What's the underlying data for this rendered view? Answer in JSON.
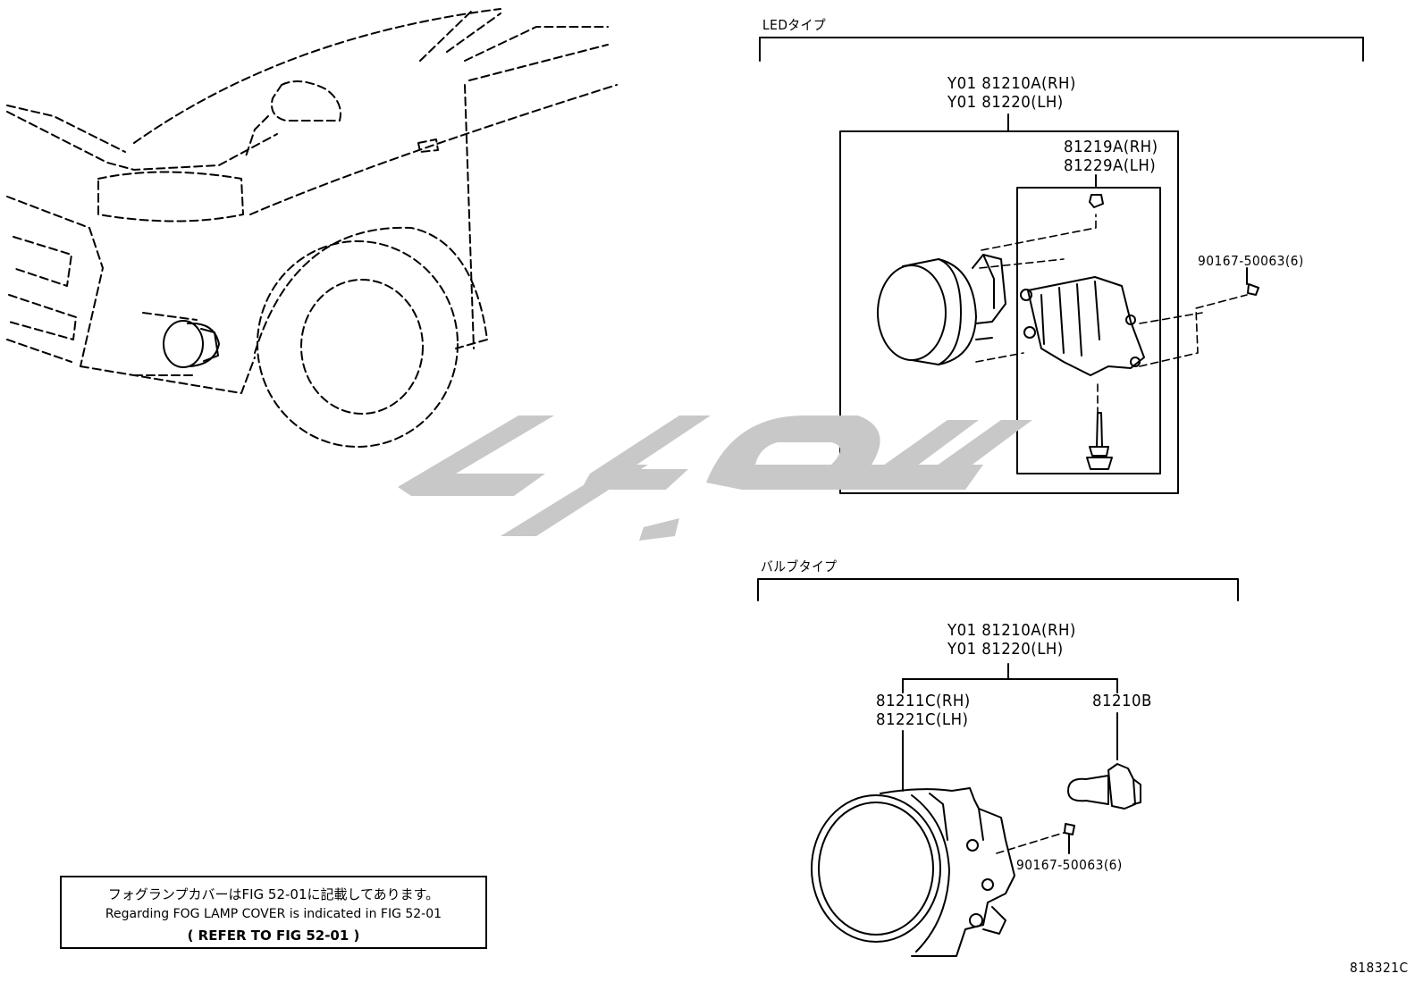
{
  "sections": {
    "led_header": "LEDタイプ",
    "bulb_header": "バルブタイプ"
  },
  "led": {
    "assy_rh": "Y01 81210A(RH)",
    "assy_lh": "Y01 81220(LH)",
    "bracket_rh": "81219A(RH)",
    "bracket_lh": "81229A(LH)",
    "screw": "90167-50063(6)"
  },
  "bulb": {
    "assy_rh": "Y01 81210A(RH)",
    "assy_lh": "Y01 81220(LH)",
    "lamp_rh": "81211C(RH)",
    "lamp_lh": "81221C(LH)",
    "bulb_part": "81210B",
    "screw": "90167-50063(6)"
  },
  "note": {
    "line_jp": "フォグランプカバーはFIG 52-01に記載してあります。",
    "line_en": "Regarding FOG LAMP COVER is indicated in FIG 52-01",
    "line_ref": "(   REFER TO FIG 52-01   )"
  },
  "figure_id": "818321C",
  "watermark": {
    "text": "کوپارت",
    "color": "#c8c8c8"
  }
}
